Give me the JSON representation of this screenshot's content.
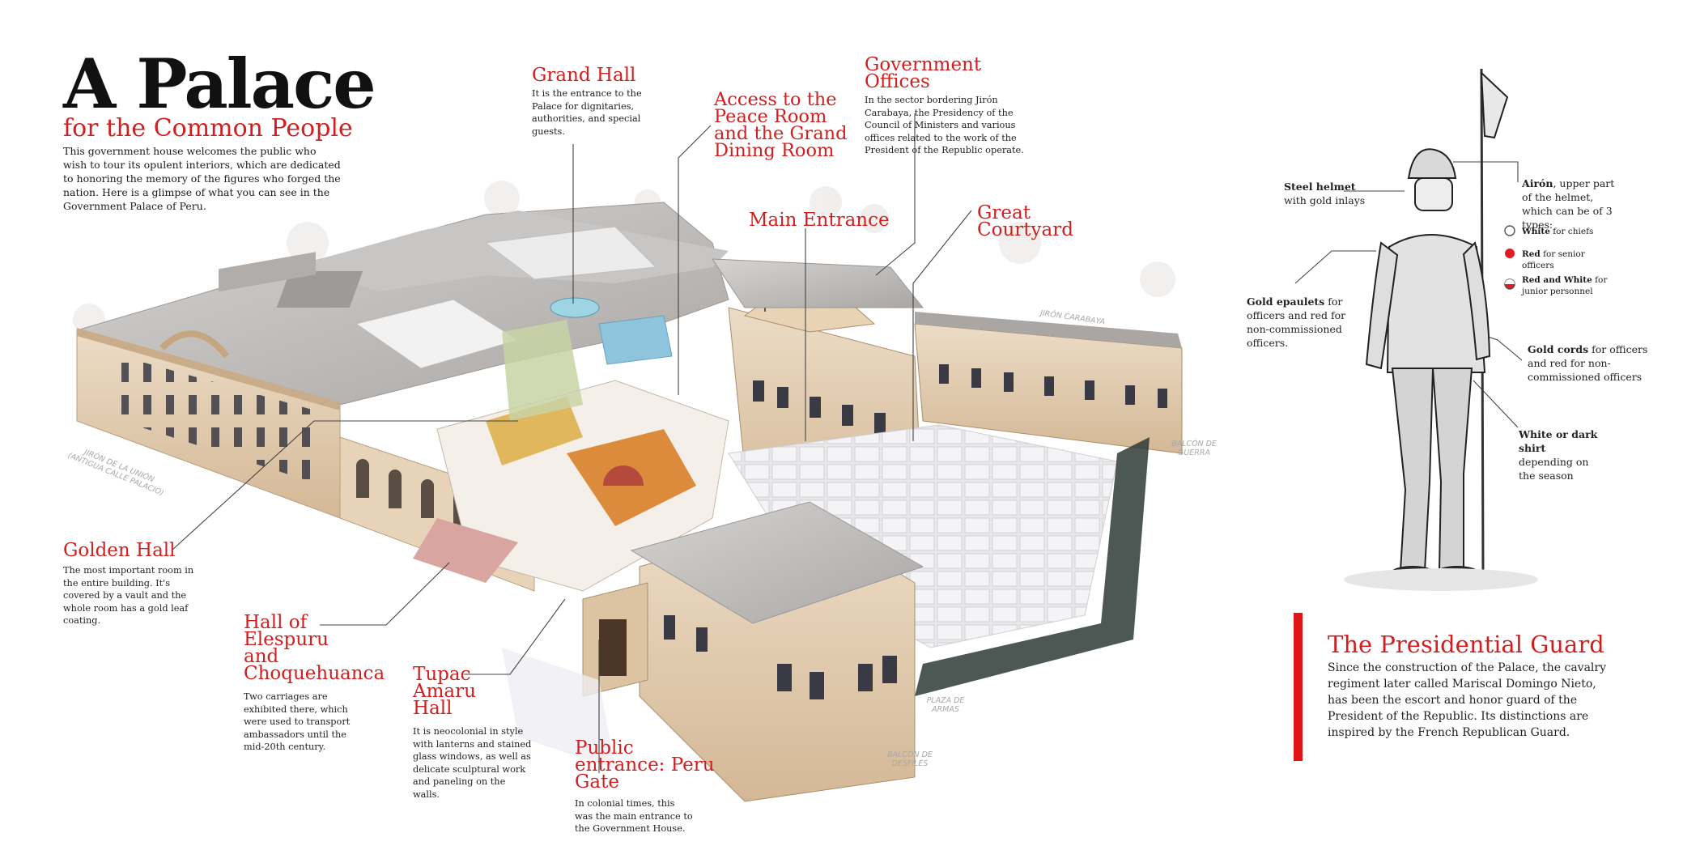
{
  "header": {
    "title": "A Palace",
    "subtitle": "for the Common People",
    "intro": "This government house welcomes the public who wish to tour its opulent interiors, which are dedicated to honoring the memory of the figures who forged the nation. Here is a glimpse of what you can see in the Government Palace of Peru."
  },
  "labels": {
    "grand_hall": {
      "title": "Grand Hall",
      "desc": "It is the entrance to the Palace for dignitaries, authorities, and special guests."
    },
    "access": {
      "title": "Access to the Peace Room and the Grand Dining Room"
    },
    "gov_offices": {
      "title": "Government Offices",
      "desc": "In the sector bordering Jirón Carabaya, the Presidency of the Council of Ministers and various offices related to the work of the President of the Republic operate."
    },
    "main_entrance": {
      "title": "Main Entrance"
    },
    "great_courtyard": {
      "title": "Great Courtyard"
    },
    "golden_hall": {
      "title": "Golden Hall",
      "desc": "The most important room in the entire building. It's covered by a vault and the whole room has a gold leaf coating."
    },
    "elespuru": {
      "title": "Hall of Elespuru and Choquehuanca",
      "desc": "Two carriages are exhibited there, which were used to transport ambassadors until the mid-20th century."
    },
    "tupac": {
      "title": "Tupac Amaru Hall",
      "desc": "It is neocolonial in style with lanterns and stained glass windows, as well as delicate sculptural work and paneling on the walls."
    },
    "public_entrance": {
      "title": "Public entrance: Peru Gate",
      "desc": "In colonial times, this was the main entrance to the Government House."
    }
  },
  "streets": {
    "union": "JIRÓN DE LA UNIÓN (ANTIGUA CALLE PALACIO)",
    "carabaya": "JIRÓN CARABAYA",
    "balcon_guerra": "BALCÓN DE GUERRA",
    "plaza_armas": "PLAZA DE ARMAS",
    "balcon_desfiles": "BALCÓN DE DESFILES"
  },
  "guard": {
    "helmet_bold": "Steel helmet",
    "helmet_rest": "with gold inlays",
    "airon_bold": "Airón",
    "airon_rest": ", upper part of the helmet, which can be of 3 types:",
    "types": [
      {
        "bold": "White",
        "rest": " for chiefs"
      },
      {
        "bold": "Red",
        "rest": " for senior officers"
      },
      {
        "bold": "Red and White",
        "rest": " for junior personnel"
      }
    ],
    "epaulets_bold": "Gold epaulets",
    "epaulets_rest": " for officers and red for non-commissioned officers.",
    "cords_bold": "Gold cords",
    "cords_rest": " for officers and red for non-commissioned officers",
    "shirt_bold": "White or dark shirt",
    "shirt_rest": " depending on the season",
    "title": "The Presidential Guard",
    "text": "Since the construction of the Palace, the cavalry regiment later called Mariscal Domingo Nieto, has been the escort and honor guard of the President of the Republic. Its distinctions are inspired by the French Republican Guard."
  },
  "colors": {
    "accent": "#d11f1f",
    "bar": "#e11515",
    "stone": "#e2ccb0",
    "roof": "#b8b5b3"
  }
}
